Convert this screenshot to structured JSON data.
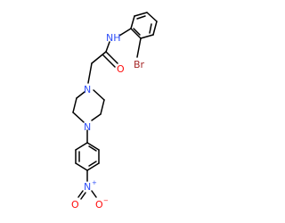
{
  "molecule": {
    "labels": {
      "nh": "NH",
      "br": "Br",
      "o_amide": "O",
      "n_piperazine_1": "N",
      "n_piperazine_4": "N",
      "n_nitro": "N",
      "nitro_plus": "+",
      "o_nitro_left": "O",
      "o_nitro_right": "O",
      "nitro_minus": "−"
    },
    "colors": {
      "carbon_bonds": "#000000",
      "nitrogen": "#3050F8",
      "oxygen": "#FF0D0D",
      "bromine": "#A62929"
    }
  }
}
